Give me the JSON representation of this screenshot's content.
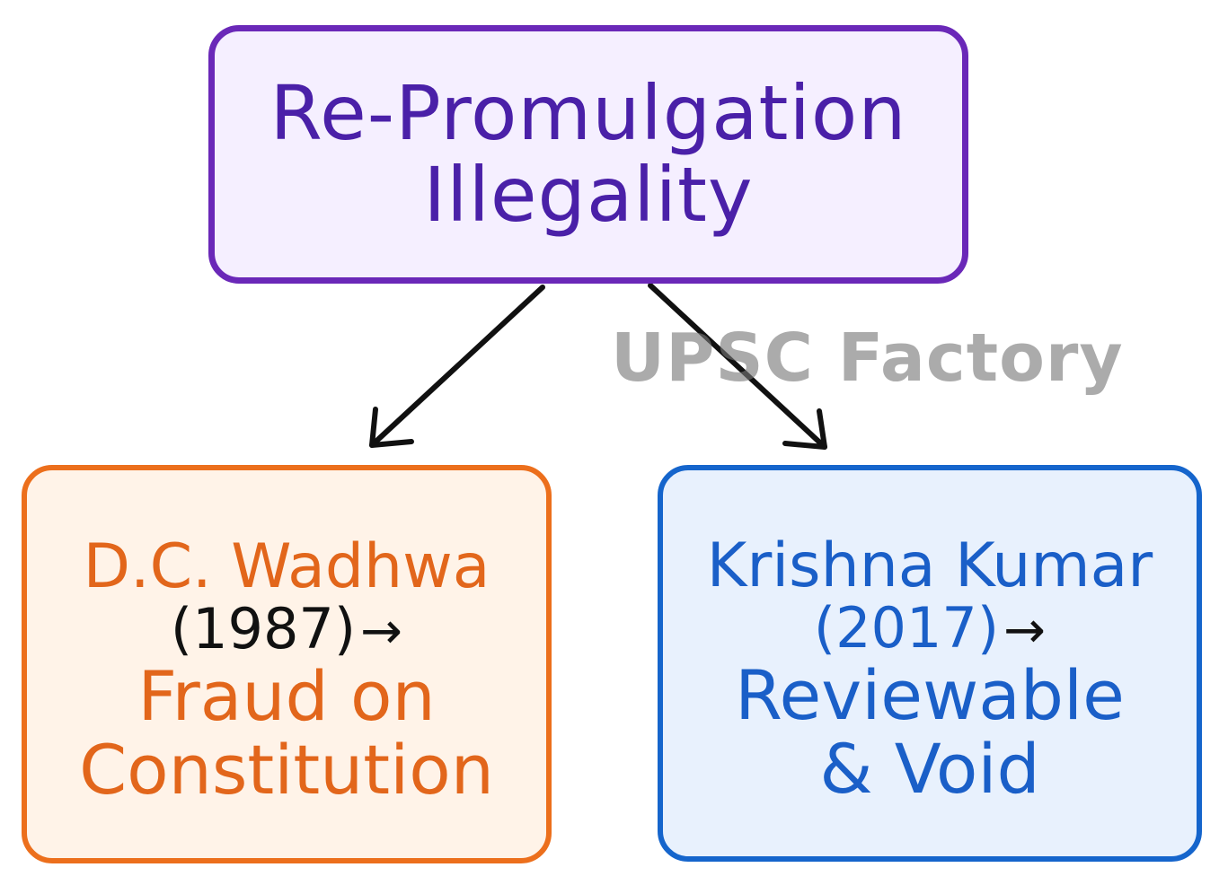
{
  "root": {
    "title_line1": "Re-Promulgation",
    "title_line2": "Illegality"
  },
  "left_case": {
    "name": "D.C. Wadhwa",
    "year": "(1987)",
    "arrow": "→",
    "holding_line1": "Fraud on",
    "holding_line2": "Constitution"
  },
  "right_case": {
    "name": "Krishna Kumar",
    "year": "(2017)",
    "arrow": "→",
    "holding_line1": "Reviewable",
    "holding_line2": "& Void"
  },
  "watermark": "UPSC Factory",
  "colors": {
    "root_border": "#6a28b8",
    "root_fill": "#f5efff",
    "left_border": "#ec6f1c",
    "left_fill": "#fff3e8",
    "right_border": "#1565cc",
    "right_fill": "#e8f1fd",
    "arrow": "#111111"
  }
}
